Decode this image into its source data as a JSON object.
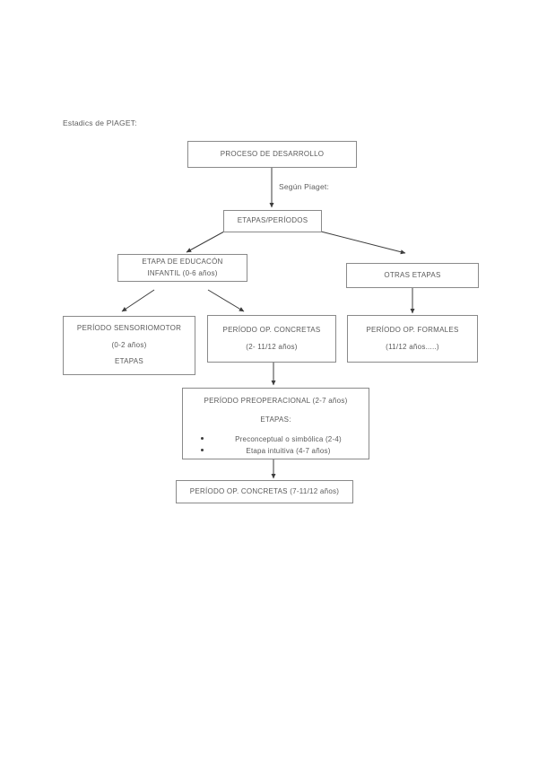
{
  "document": {
    "heading": "Estadics de PIAGET:"
  },
  "diagram": {
    "type": "flowchart",
    "caption_segun": "Según Piaget:",
    "nodes": [
      {
        "id": "proceso",
        "name": "proceso-de-desarrollo",
        "lines": [
          "PROCESO DE DESARROLLO"
        ]
      },
      {
        "id": "etapas-periodos",
        "name": "etapas-periodos",
        "lines": [
          "ETAPAS/PERÍODOS"
        ]
      },
      {
        "id": "etapa-educacion-infantil",
        "name": "etapa-educacion-infantil",
        "lines": [
          "ETAPA DE EDUCACÓN",
          "INFANTIL (0-6 años)"
        ]
      },
      {
        "id": "otras-etapas",
        "name": "otras-etapas",
        "lines": [
          "OTRAS ETAPAS"
        ]
      },
      {
        "id": "periodo-sensoriomotor",
        "name": "periodo-sensoriomotor",
        "lines": [
          "PERÍODO SENSORIOMOTOR",
          "(0-2 años)",
          "ETAPAS"
        ]
      },
      {
        "id": "periodo-op-concretas-top",
        "name": "periodo-op-concretas-top",
        "lines": [
          "PERÍODO OP. CONCRETAS",
          "(2- 11/12 años)"
        ]
      },
      {
        "id": "periodo-op-formales",
        "name": "periodo-op-formales",
        "lines": [
          "PERÍODO OP. FORMALES",
          "(11/12 años.....)"
        ]
      },
      {
        "id": "periodo-preoperacional",
        "name": "periodo-preoperacional",
        "title": "PERÍODO PREOPERACIONAL  (2-7 años)",
        "subtitle": "ETAPAS:",
        "bullets": [
          "Preconceptual o simbólica (2-4)",
          "Etapa intuitiva (4-7 años)"
        ]
      },
      {
        "id": "periodo-op-concretas-bottom",
        "name": "periodo-op-concretas-bottom",
        "lines": [
          "PERÍODO OP. CONCRETAS (7-11/12 años)"
        ]
      }
    ],
    "edges": [
      {
        "from": "proceso",
        "to": "etapas-periodos",
        "style": "arrow-down"
      },
      {
        "from": "etapas-periodos",
        "to": "etapa-educacion-infantil",
        "style": "arrow-diagonal-left"
      },
      {
        "from": "etapas-periodos",
        "to": "otras-etapas",
        "style": "arrow-diagonal-right"
      },
      {
        "from": "etapa-educacion-infantil",
        "to": "periodo-sensoriomotor",
        "style": "arrow-diagonal-left"
      },
      {
        "from": "etapa-educacion-infantil",
        "to": "periodo-op-concretas-top",
        "style": "arrow-diagonal-right"
      },
      {
        "from": "otras-etapas",
        "to": "periodo-op-formales",
        "style": "arrow-down"
      },
      {
        "from": "periodo-op-concretas-top",
        "to": "periodo-preoperacional",
        "style": "arrow-down"
      },
      {
        "from": "periodo-preoperacional",
        "to": "periodo-op-concretas-bottom",
        "style": "arrow-down"
      }
    ]
  },
  "colors": {
    "text": "#5a5a5a",
    "border": "#8a8a8a",
    "connector": "#3d3d3d",
    "background": "#ffffff"
  }
}
